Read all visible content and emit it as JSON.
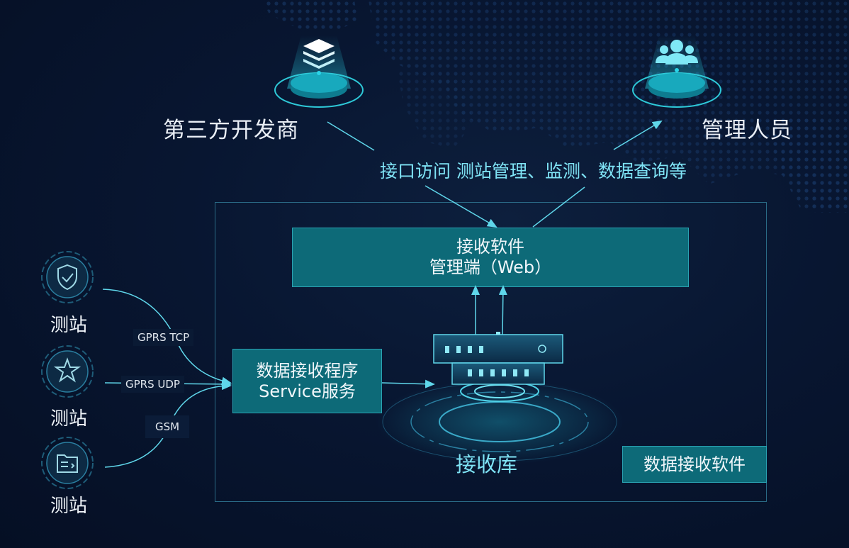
{
  "actors": {
    "developer": "第三方开发商",
    "admin": "管理人员"
  },
  "services_label": "接口访问 测站管理、监测、数据查询等",
  "web_box": {
    "line1": "接收软件",
    "line2": "管理端（Web）"
  },
  "service_box": {
    "line1": "数据接收程序",
    "line2": "Service服务"
  },
  "database_label": "接收库",
  "software_label": "数据接收软件",
  "stations": [
    {
      "label": "测站",
      "icon": "shield-check-icon"
    },
    {
      "label": "测站",
      "icon": "star-gear-icon"
    },
    {
      "label": "测站",
      "icon": "document-folder-icon"
    }
  ],
  "protocols": [
    "GPRS TCP",
    "GPRS UDP",
    "GSM"
  ],
  "colors": {
    "background": "#081631",
    "box_fill": "#0d6a78",
    "frame_border": "#2a6a86",
    "accent": "#5fd6ea",
    "text_highlight": "#7fe3f5"
  }
}
